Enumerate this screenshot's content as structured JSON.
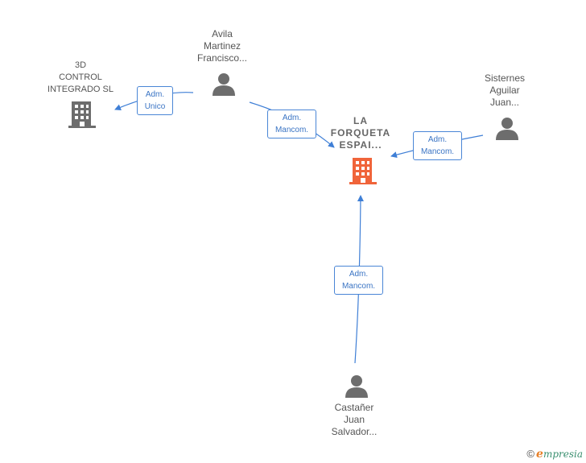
{
  "nodes": {
    "main_company": {
      "lines": [
        "LA",
        "FORQUETA",
        "ESPAI..."
      ],
      "color": "#f0643a"
    },
    "company_3d": {
      "lines": [
        "3D",
        "CONTROL",
        "INTEGRADO SL"
      ],
      "color": "#6d6d6d"
    },
    "person_avila": {
      "lines": [
        "Avila",
        "Martinez",
        "Francisco..."
      ]
    },
    "person_sisternes": {
      "lines": [
        "Sisternes",
        "Aguilar",
        "Juan..."
      ]
    },
    "person_castaner": {
      "lines": [
        "Castañer",
        "Juan",
        "Salvador..."
      ]
    }
  },
  "edges": {
    "avila_to_3d": {
      "lines": [
        "Adm.",
        "Unico"
      ]
    },
    "avila_to_main": {
      "lines": [
        "Adm.",
        "Mancom."
      ]
    },
    "sisternes_to_main": {
      "lines": [
        "Adm.",
        "Mancom."
      ]
    },
    "castaner_to_main": {
      "lines": [
        "Adm.",
        "Mancom."
      ]
    }
  },
  "colors": {
    "edge": "#3f7fd6",
    "person_icon": "#6d6d6d",
    "label_text": "#555555"
  },
  "footer": {
    "copyright_symbol": "©",
    "brand_initial": "e",
    "brand_rest": "mpresia"
  }
}
